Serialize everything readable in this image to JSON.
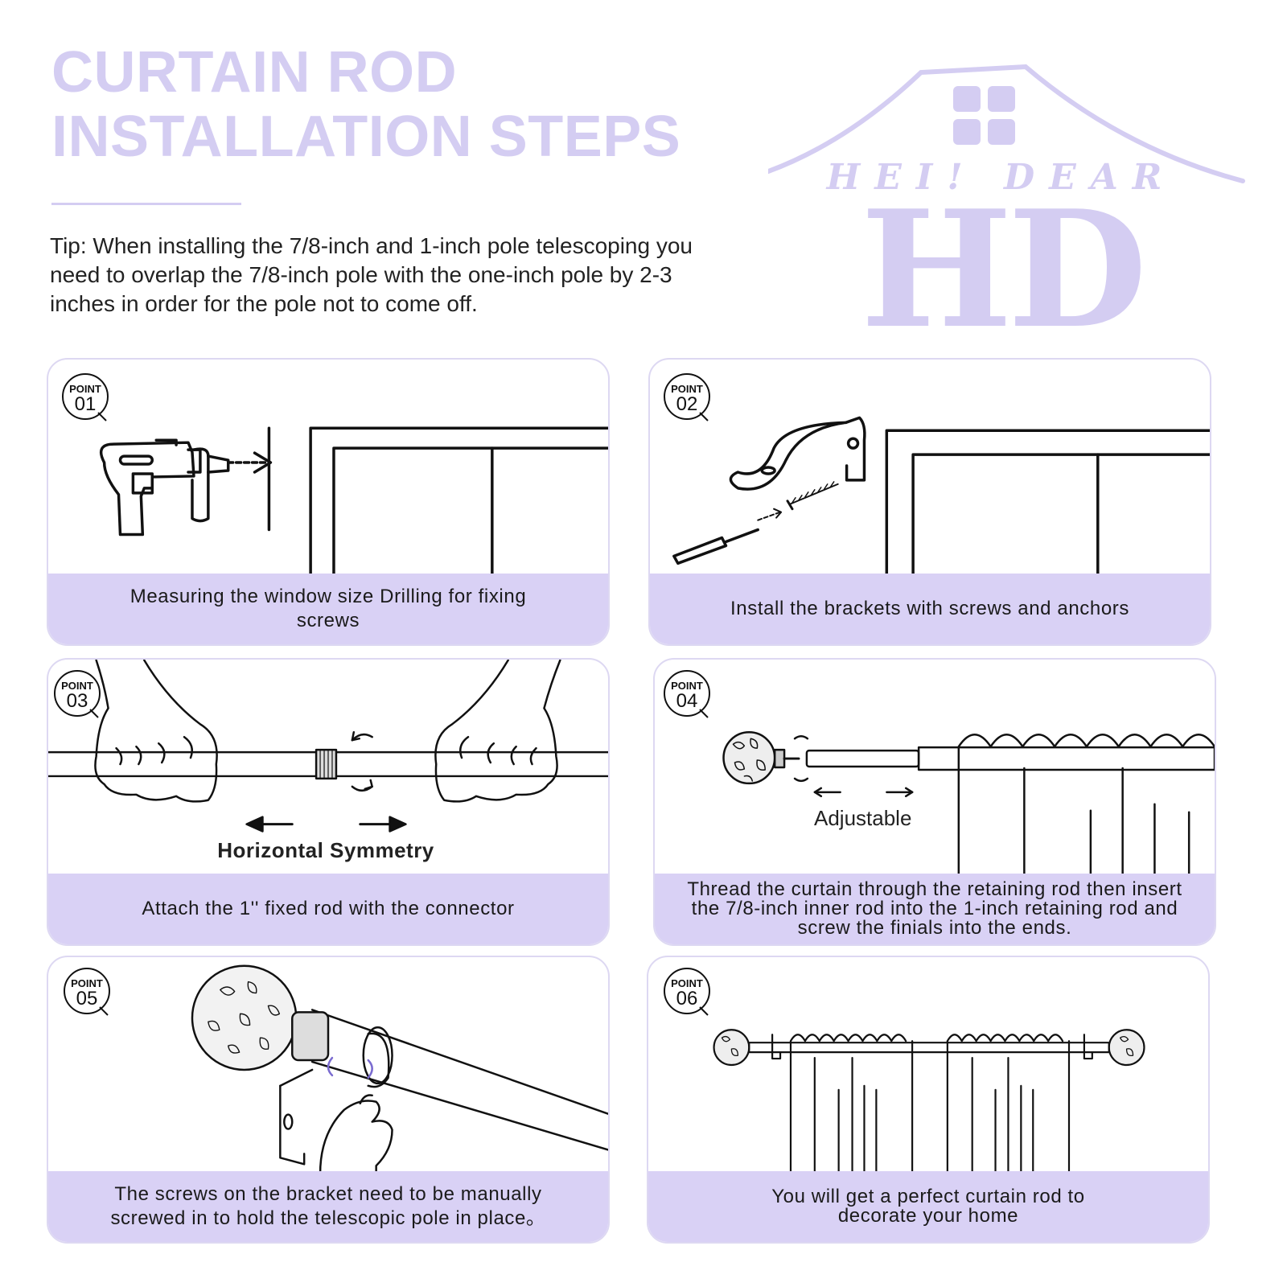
{
  "header": {
    "title_line1": "CURTAIN ROD",
    "title_line2": "INSTALLATION STEPS",
    "tip": "Tip: When installing the 7/8-inch and 1-inch pole telescoping you need to overlap the 7/8-inch pole with the one-inch pole by 2-3 inches in order for the pole not to come off."
  },
  "logo": {
    "top_text": "HEI! DEAR",
    "mark": "HD"
  },
  "colors": {
    "accent": "#d4cdf2",
    "caption_bg": "#d9d1f5",
    "card_border": "#ddd8f2"
  },
  "badge_label": "POINT",
  "steps": [
    {
      "number": "01",
      "caption": "Measuring the window size Drilling for fixing screws"
    },
    {
      "number": "02",
      "caption": "Install the brackets with screws and anchors"
    },
    {
      "number": "03",
      "caption": "Attach the 1'' fixed rod with the connector",
      "label": "Horizontal Symmetry"
    },
    {
      "number": "04",
      "caption": "Thread the curtain through the retaining rod then insert the 7/8-inch inner rod into the 1-inch retaining rod and screw the finials into the ends.",
      "label": "Adjustable"
    },
    {
      "number": "05",
      "caption": "The screws on the bracket need to be manually screwed in to hold the telescopic pole in place。"
    },
    {
      "number": "06",
      "caption": "You will get a perfect curtain rod to decorate your home"
    }
  ]
}
